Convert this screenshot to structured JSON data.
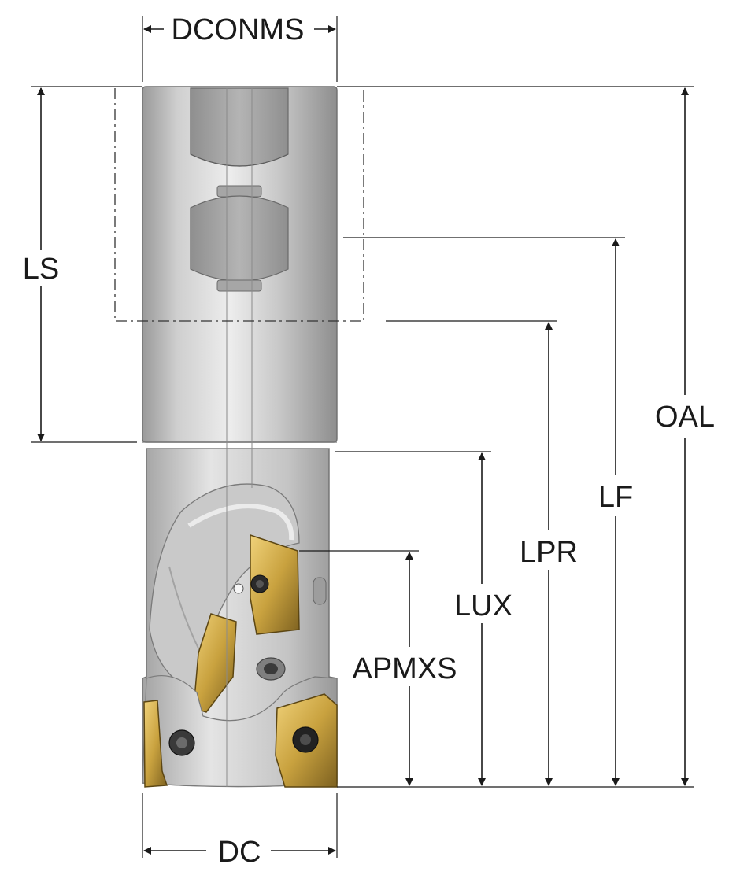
{
  "labels": {
    "dconms": "DCONMS",
    "ls": "LS",
    "oal": "OAL",
    "lf": "LF",
    "lpr": "LPR",
    "lux": "LUX",
    "apmxs": "APMXS",
    "dc": "DC"
  },
  "colors": {
    "steel_dark": "#8c8c8c",
    "steel_light": "#e2e2e2",
    "insert_gold": "#c9a23f",
    "insert_dark": "#6b5418",
    "ink": "#1a1a1a"
  }
}
